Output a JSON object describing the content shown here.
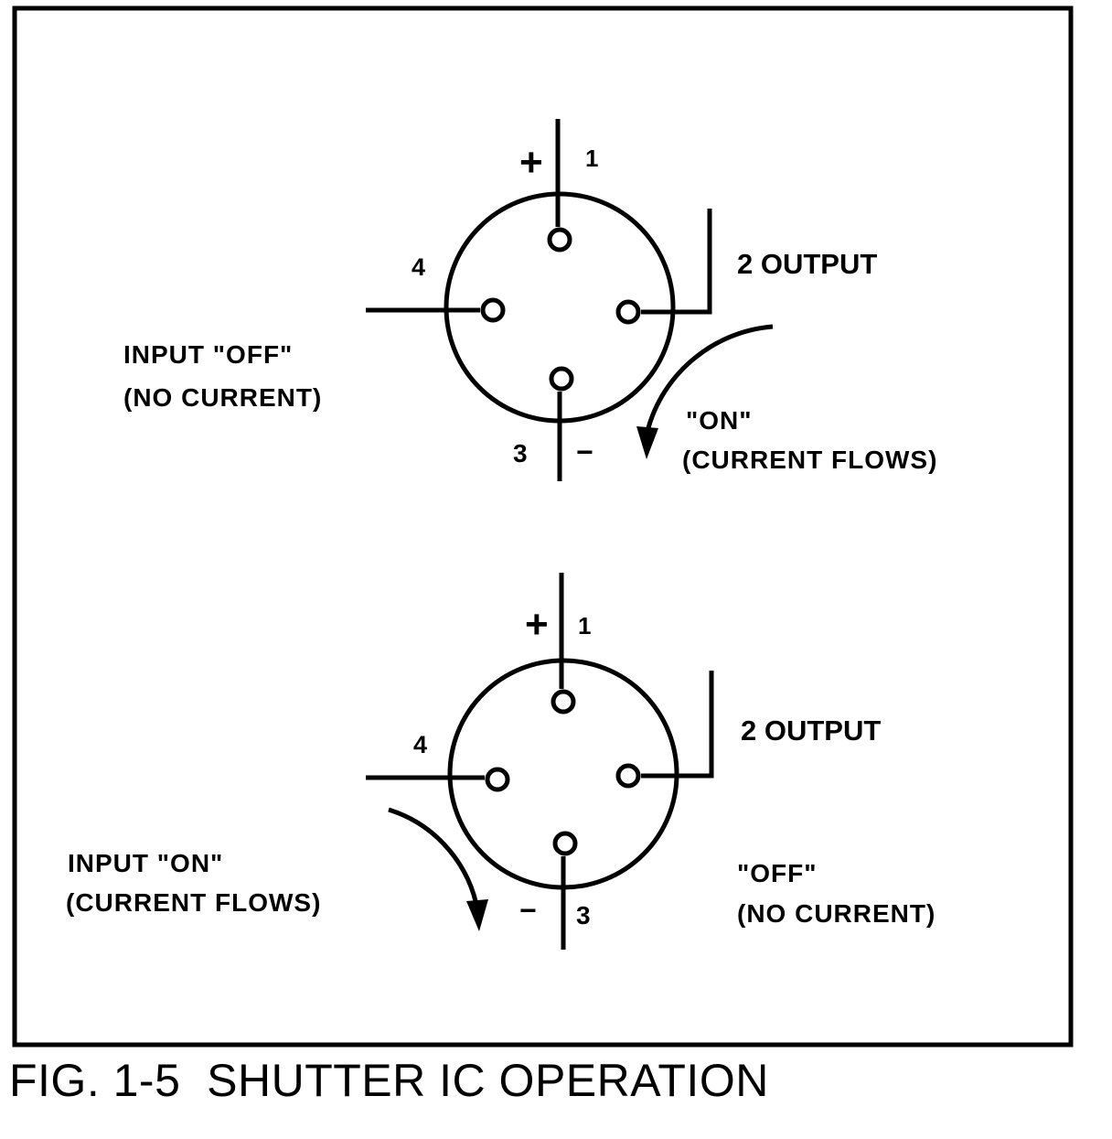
{
  "figure": {
    "caption": "FIG. 1-5  SHUTTER IC OPERATION"
  },
  "upper_diagram": {
    "plus_sign": "+",
    "pin1": "1",
    "pin2_label": "2 OUTPUT",
    "pin3": "3",
    "minus_sign": "−",
    "pin4": "4",
    "input_state_line1": "INPUT \"OFF\"",
    "input_state_line2": "(NO CURRENT)",
    "output_state_line1": "\"ON\"",
    "output_state_line2": "(CURRENT FLOWS)"
  },
  "lower_diagram": {
    "plus_sign": "+",
    "pin1": "1",
    "pin2_label": "2 OUTPUT",
    "pin3": "3",
    "minus_sign": "−",
    "pin4": "4",
    "input_state_line1": "INPUT  \"ON\"",
    "input_state_line2": "(CURRENT FLOWS)",
    "output_state_line1": "\"OFF\"",
    "output_state_line2": "(NO CURRENT)"
  }
}
